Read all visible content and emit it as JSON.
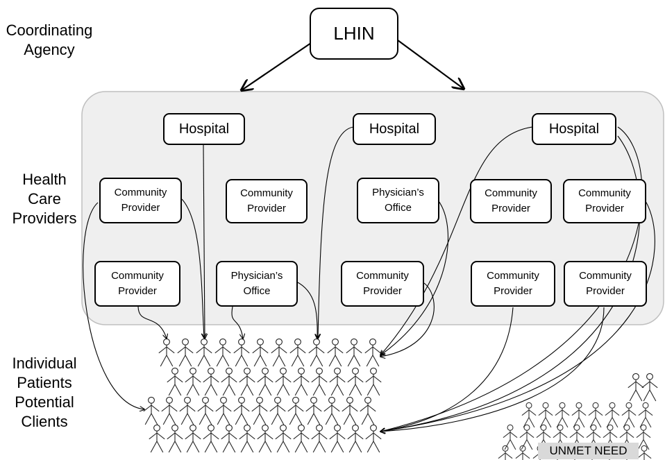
{
  "labels": {
    "coordinating_agency": [
      "Coordinating",
      "Agency"
    ],
    "health_care_providers": [
      "Health",
      "Care",
      "Providers"
    ],
    "individual_patients": [
      "Individual",
      "Patients",
      "Potential",
      "Clients"
    ]
  },
  "lhin": "LHIN",
  "hospitals": [
    "Hospital",
    "Hospital",
    "Hospital"
  ],
  "providers": [
    {
      "line1": "Community",
      "line2": "Provider"
    },
    {
      "line1": "Community",
      "line2": "Provider"
    },
    {
      "line1": "Physician’s",
      "line2": "Office"
    },
    {
      "line1": "Community",
      "line2": "Provider"
    },
    {
      "line1": "Community",
      "line2": "Provider"
    },
    {
      "line1": "Community",
      "line2": "Provider"
    },
    {
      "line1": "Physician’s",
      "line2": "Office"
    },
    {
      "line1": "Community",
      "line2": "Provider"
    },
    {
      "line1": "Community",
      "line2": "Provider"
    },
    {
      "line1": "Community",
      "line2": "Provider"
    }
  ],
  "unmet_need": "UNMET NEED",
  "colors": {
    "panel_fill": "#efefef",
    "panel_border": "#bfbfbf",
    "unmet_fill": "#d9d9d9"
  }
}
